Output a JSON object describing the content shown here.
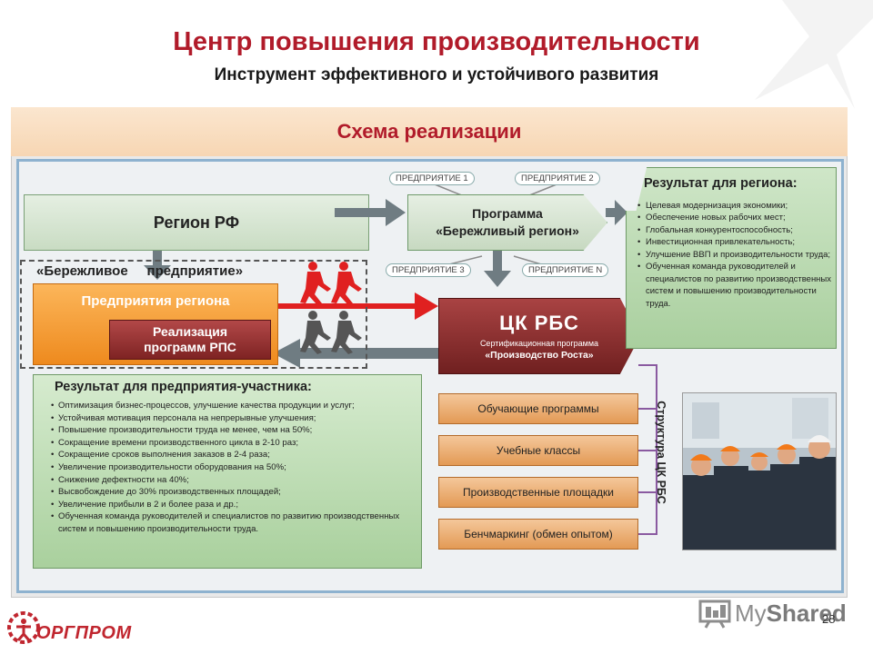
{
  "header": {
    "title": "Центр повышения производительности",
    "subtitle": "Инструмент эффективного и устойчивого развития"
  },
  "scheme": {
    "title": "Схема реализации",
    "region_rf": "Регион РФ",
    "program": {
      "line1": "Программа",
      "line2": "«Бережливый регион»"
    },
    "tags": [
      "ПРЕДПРИЯТИЕ 1",
      "ПРЕДПРИЯТИЕ 2",
      "ПРЕДПРИЯТИЕ 3",
      "ПРЕДПРИЯТИЕ N"
    ],
    "lean_enterprise": "«Бережливое     предприятие»",
    "enterprises": "Предприятия региона",
    "rps": {
      "line1": "Реализация",
      "line2": "программ РПС"
    },
    "ckrbs": {
      "title": "ЦК РБС",
      "sub": "Сертификационная программа",
      "program": "«Производство Роста»"
    },
    "region_result": {
      "title": "Результат для региона:",
      "items": [
        "Целевая модернизация экономики;",
        "Обеспечение новых рабочих мест;",
        "Глобальная конкурентоспособность;",
        "Инвестиционная привлекательность;",
        "Улучшение ВВП и производительности труда;",
        "Обученная команда руководителей и специалистов по развитию производственных систем и повышению производительности труда."
      ]
    },
    "enterprise_result": {
      "title": "Результат для предприятия-участника:",
      "items": [
        "Оптимизация бизнес-процессов, улучшение качества продукции и услуг;",
        "Устойчивая мотивация персонала на непрерывные улучшения;",
        "Повышение производительности труда не менее, чем на 50%;",
        "Сокращение времени производственного цикла в 2-10 раз;",
        "Сокращение сроков выполнения заказов в 2-4 раза;",
        "Увеличение производительности оборудования на 50%;",
        "Снижение дефектности на 40%;",
        "Высвобождение до 30% производственных площадей;",
        "Увеличение прибыли в 2 и более раза и др.;",
        "Обученная команда руководителей и специалистов по развитию производственных систем и повышению производительности труда."
      ]
    },
    "structure_items": [
      "Обучающие программы",
      "Учебные классы",
      "Производственные площадки",
      "Бенчмаркинг (обмен опытом)"
    ],
    "structure_label": "Структура ЦК РБС"
  },
  "footer": {
    "logo": "ОРГПРОМ",
    "watermark_a": "My",
    "watermark_b": "Shared",
    "page": "28"
  },
  "colors": {
    "title_red": "#b11b2a",
    "orange": "#ee8a1e",
    "maroon": "#7e2323",
    "green": "#a9cf9e",
    "blue_border": "#8eb2cf",
    "arrow_red": "#e02020",
    "arrow_gray": "#6f7c82"
  }
}
